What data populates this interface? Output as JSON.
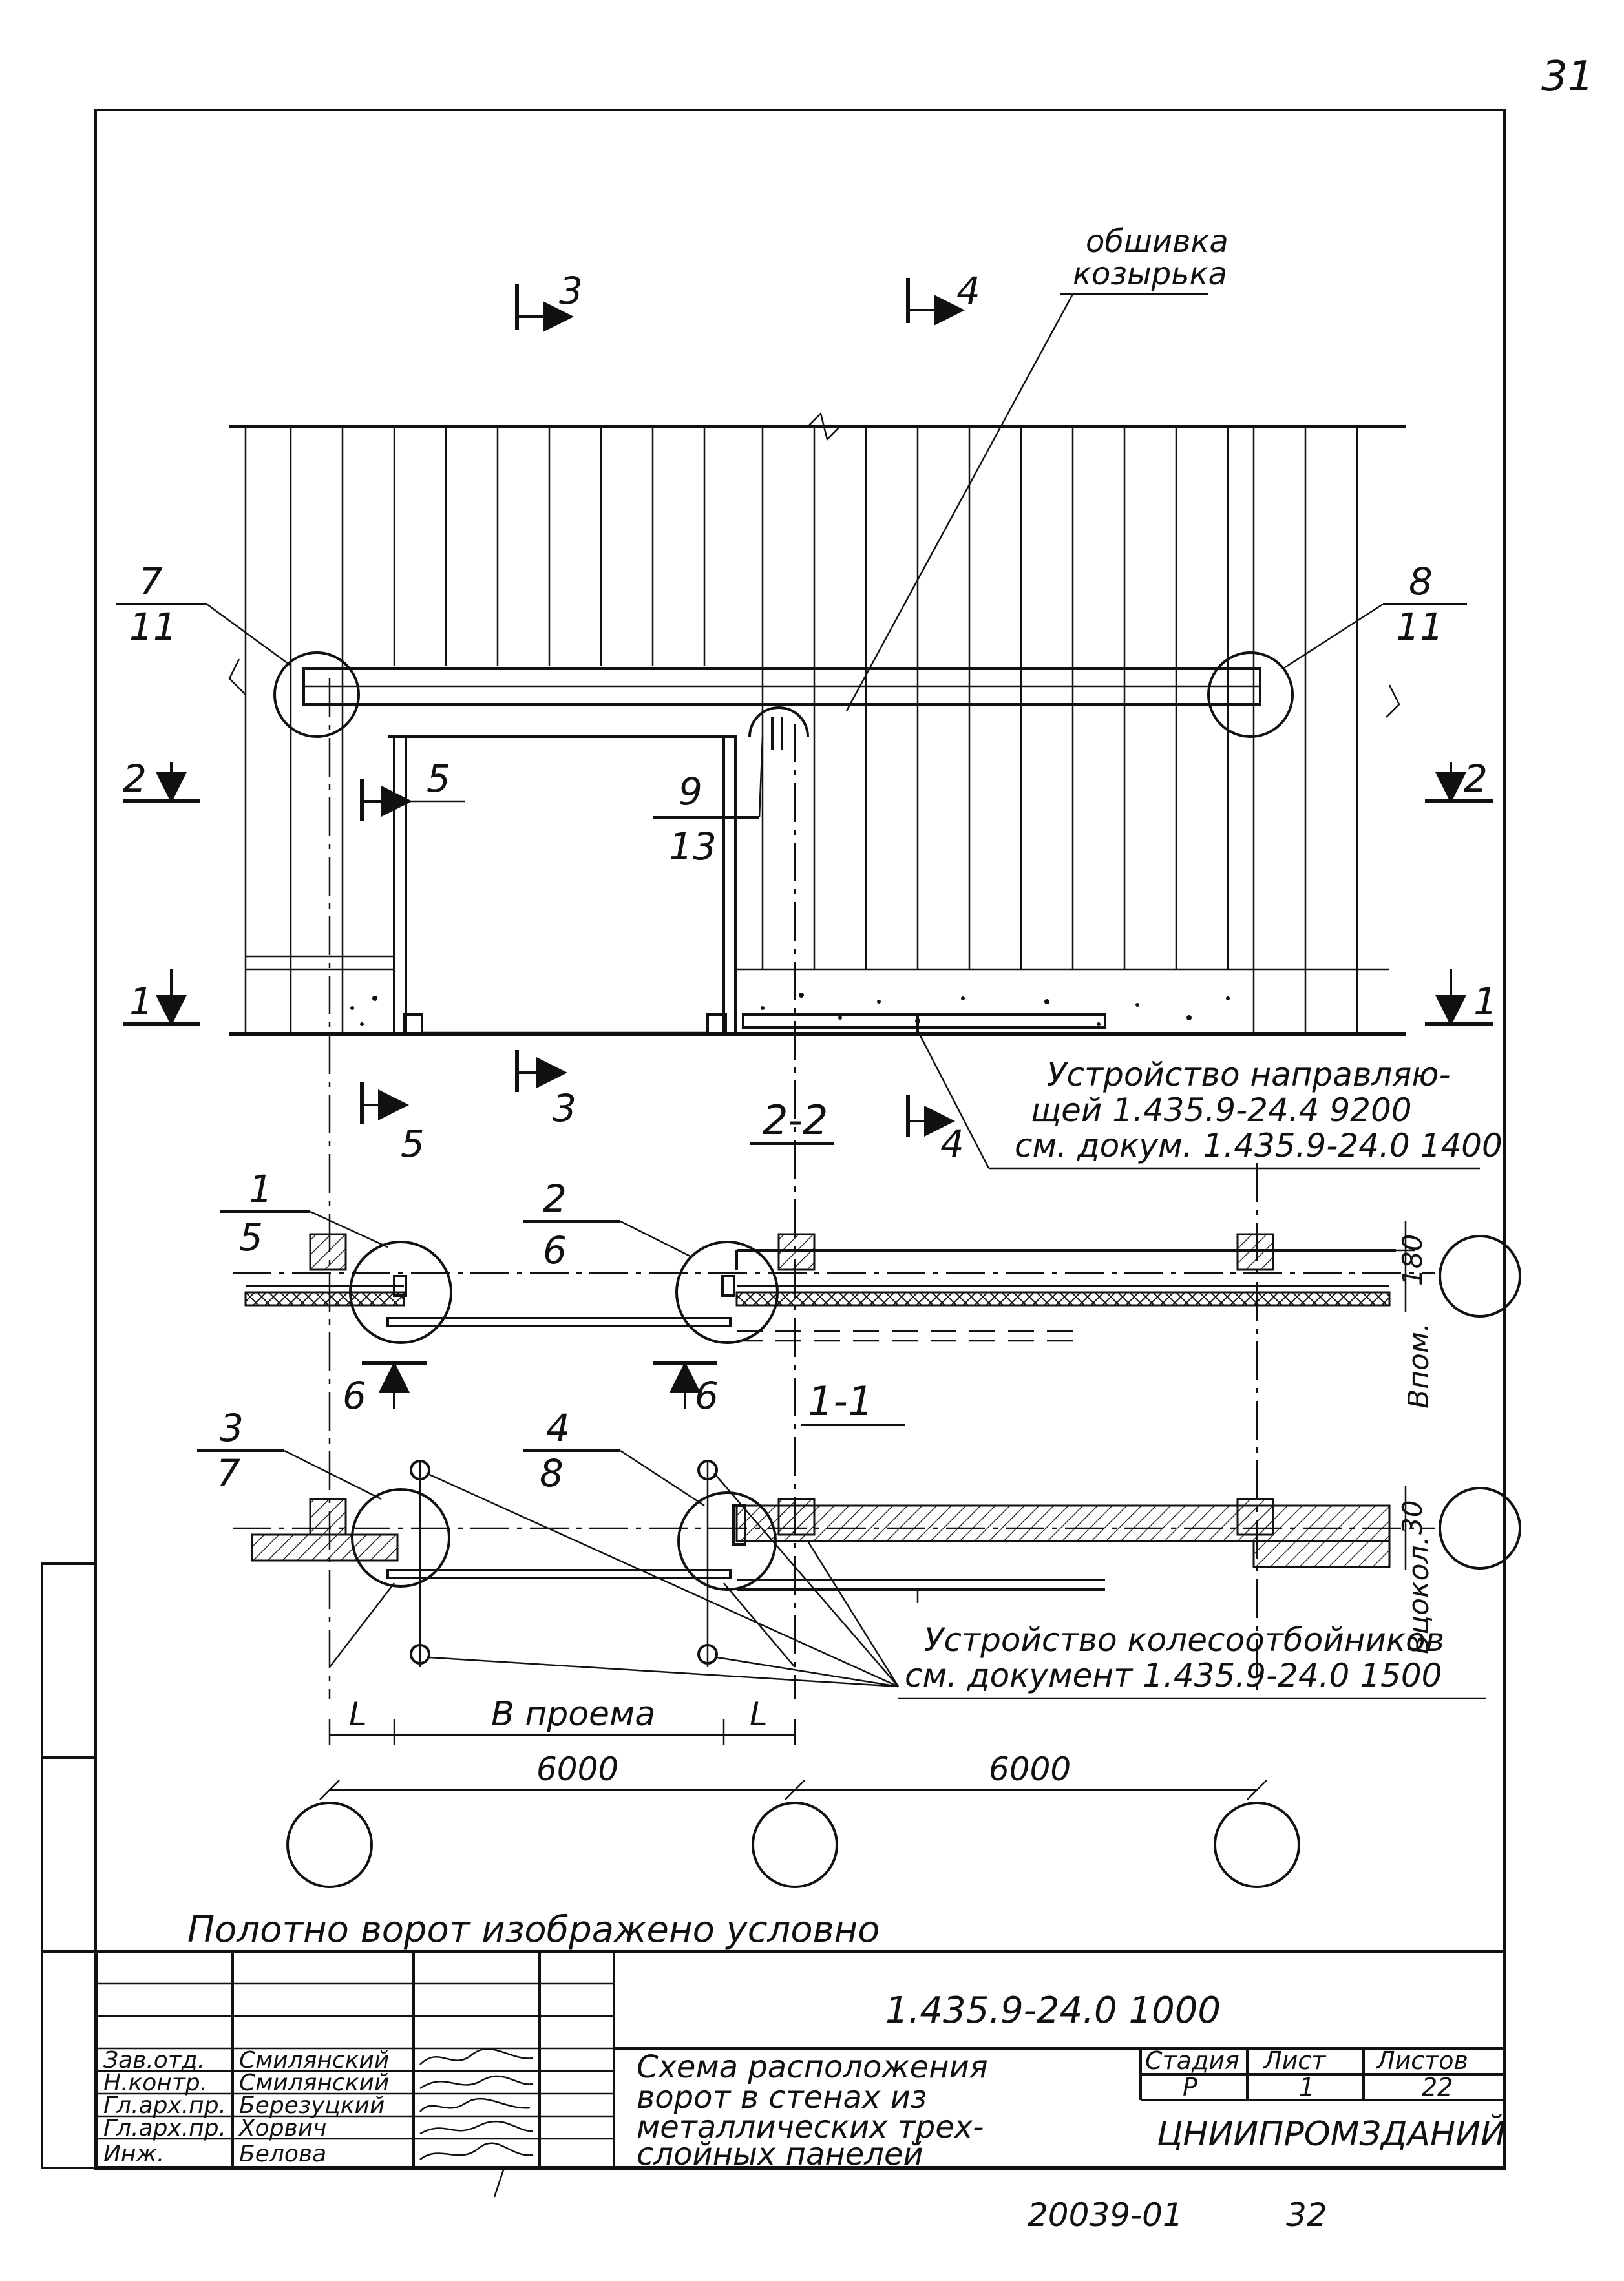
{
  "sheet": {
    "page_number": "31",
    "bottom_code": "20039-01",
    "bottom_page": "32",
    "note_conventional": "Полотно ворот изображено условно"
  },
  "elevation": {
    "cladding_label_line1": "обшивка",
    "cladding_label_line2": "козырька",
    "section_marks": [
      {
        "id": "sec-3-top",
        "label": "3"
      },
      {
        "id": "sec-4-top",
        "label": "4"
      },
      {
        "id": "sec-2-left",
        "label": "2"
      },
      {
        "id": "sec-2-right",
        "label": "2"
      },
      {
        "id": "sec-1-left",
        "label": "1"
      },
      {
        "id": "sec-1-right",
        "label": "1"
      },
      {
        "id": "sec-5-elev",
        "label": "5"
      },
      {
        "id": "sec-3-bottom",
        "label": "3"
      },
      {
        "id": "sec-4-bottom",
        "label": "4"
      },
      {
        "id": "sec-5-bottom",
        "label": "5"
      }
    ],
    "callouts": [
      {
        "id": "node-7-11",
        "num": "7",
        "sheet": "11"
      },
      {
        "id": "node-8-11",
        "num": "8",
        "sheet": "11"
      },
      {
        "id": "node-9-13",
        "num": "9",
        "sheet": "13"
      }
    ],
    "guide_note_line1": "Устройство направляю-",
    "guide_note_line2": "щей 1.435.9-24.4 9200",
    "guide_note_line3": "см. докум. 1.435.9-24.0 1400"
  },
  "plan_2_2": {
    "title": "2-2",
    "callouts": [
      {
        "id": "node-1-5",
        "num": "1",
        "sheet": "5"
      },
      {
        "id": "node-2-6",
        "num": "2",
        "sheet": "6"
      }
    ],
    "dim_180": "180",
    "label_vpom": "Впом.",
    "sec6_left": "6",
    "sec6_right": "6"
  },
  "plan_1_1": {
    "title": "1-1",
    "callouts": [
      {
        "id": "node-3-7",
        "num": "3",
        "sheet": "7"
      },
      {
        "id": "node-4-8",
        "num": "4",
        "sheet": "8"
      }
    ],
    "dim_30": "30",
    "label_bpom": "Вцокол.",
    "wheel_note_line1": "Устройство колесоотбойников",
    "wheel_note_line2": "см. документ 1.435.9-24.0 1500",
    "dim_L_left": "L",
    "dim_opening": "В проема",
    "dim_L_right": "L",
    "dim_span_left": "6000",
    "dim_span_right": "6000"
  },
  "title_block": {
    "doc_code": "1.435.9-24.0 1000",
    "rows": [
      {
        "role": "Зав.отд.",
        "name": "Смилянский"
      },
      {
        "role": "Н.контр.",
        "name": "Смилянский"
      },
      {
        "role": "Гл.арх.пр.",
        "name": "Березуцкий"
      },
      {
        "role": "Гл.арх.пр.",
        "name": "Хорвич"
      },
      {
        "role": "Инж.",
        "name": "Белова"
      }
    ],
    "title_line1": "Схема расположения",
    "title_line2": "ворот в стенах из",
    "title_line3": "металлических трех-",
    "title_line4": "слойных панелей",
    "stage_header": "Стадия",
    "sheet_header": "Лист",
    "sheets_header": "Листов",
    "stage_value": "Р",
    "sheet_value": "1",
    "sheets_value": "22",
    "organization": "ЦНИИПРОМЗДАНИЙ"
  }
}
